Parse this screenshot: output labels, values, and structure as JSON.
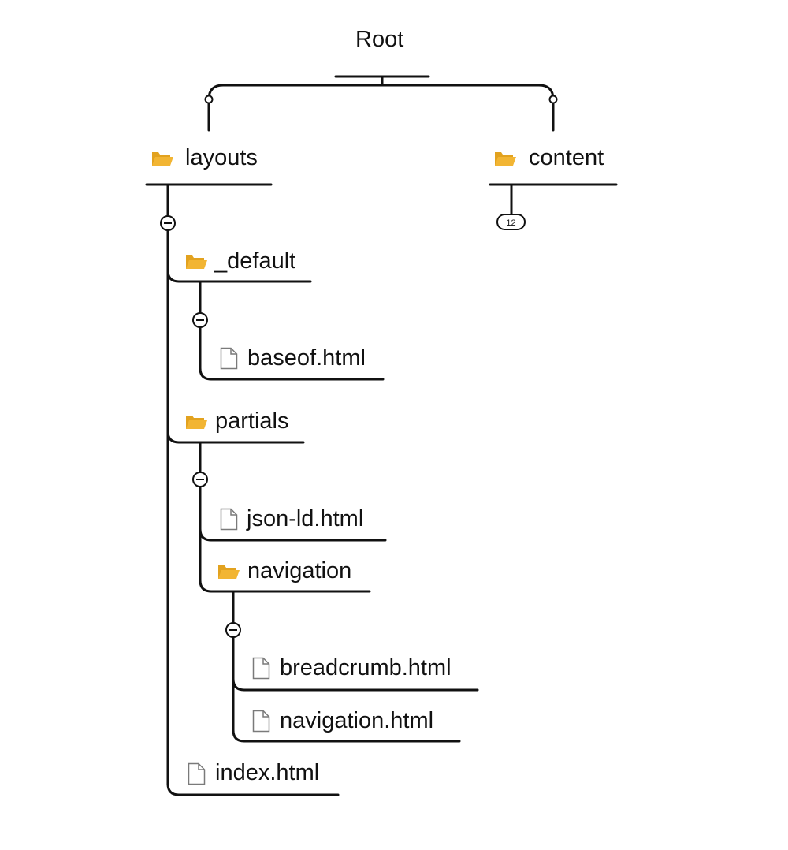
{
  "root": {
    "label": "Root"
  },
  "nodes": {
    "layouts": {
      "label": "layouts",
      "kind": "folder",
      "icon": "folder-icon",
      "expanded": true
    },
    "content": {
      "label": "content",
      "kind": "folder",
      "icon": "folder-icon",
      "expanded": false,
      "hidden_children": "12"
    },
    "default": {
      "label": "_default",
      "kind": "folder",
      "icon": "folder-icon",
      "expanded": true
    },
    "baseof": {
      "label": "baseof.html",
      "kind": "file",
      "icon": "file-icon"
    },
    "partials": {
      "label": "partials",
      "kind": "folder",
      "icon": "folder-icon",
      "expanded": true
    },
    "json_ld": {
      "label": "json-ld.html",
      "kind": "file",
      "icon": "file-icon"
    },
    "navigation_folder": {
      "label": "navigation",
      "kind": "folder",
      "icon": "folder-icon",
      "expanded": true
    },
    "breadcrumb": {
      "label": "breadcrumb.html",
      "kind": "file",
      "icon": "file-icon"
    },
    "navigation_file": {
      "label": "navigation.html",
      "kind": "file",
      "icon": "file-icon"
    },
    "index": {
      "label": "index.html",
      "kind": "file",
      "icon": "file-icon"
    }
  },
  "colors": {
    "line": "#111111",
    "folder": "#F2B533",
    "folder_dark": "#E2A21F",
    "file_stroke": "#7a7a7a",
    "text": "#111111"
  }
}
